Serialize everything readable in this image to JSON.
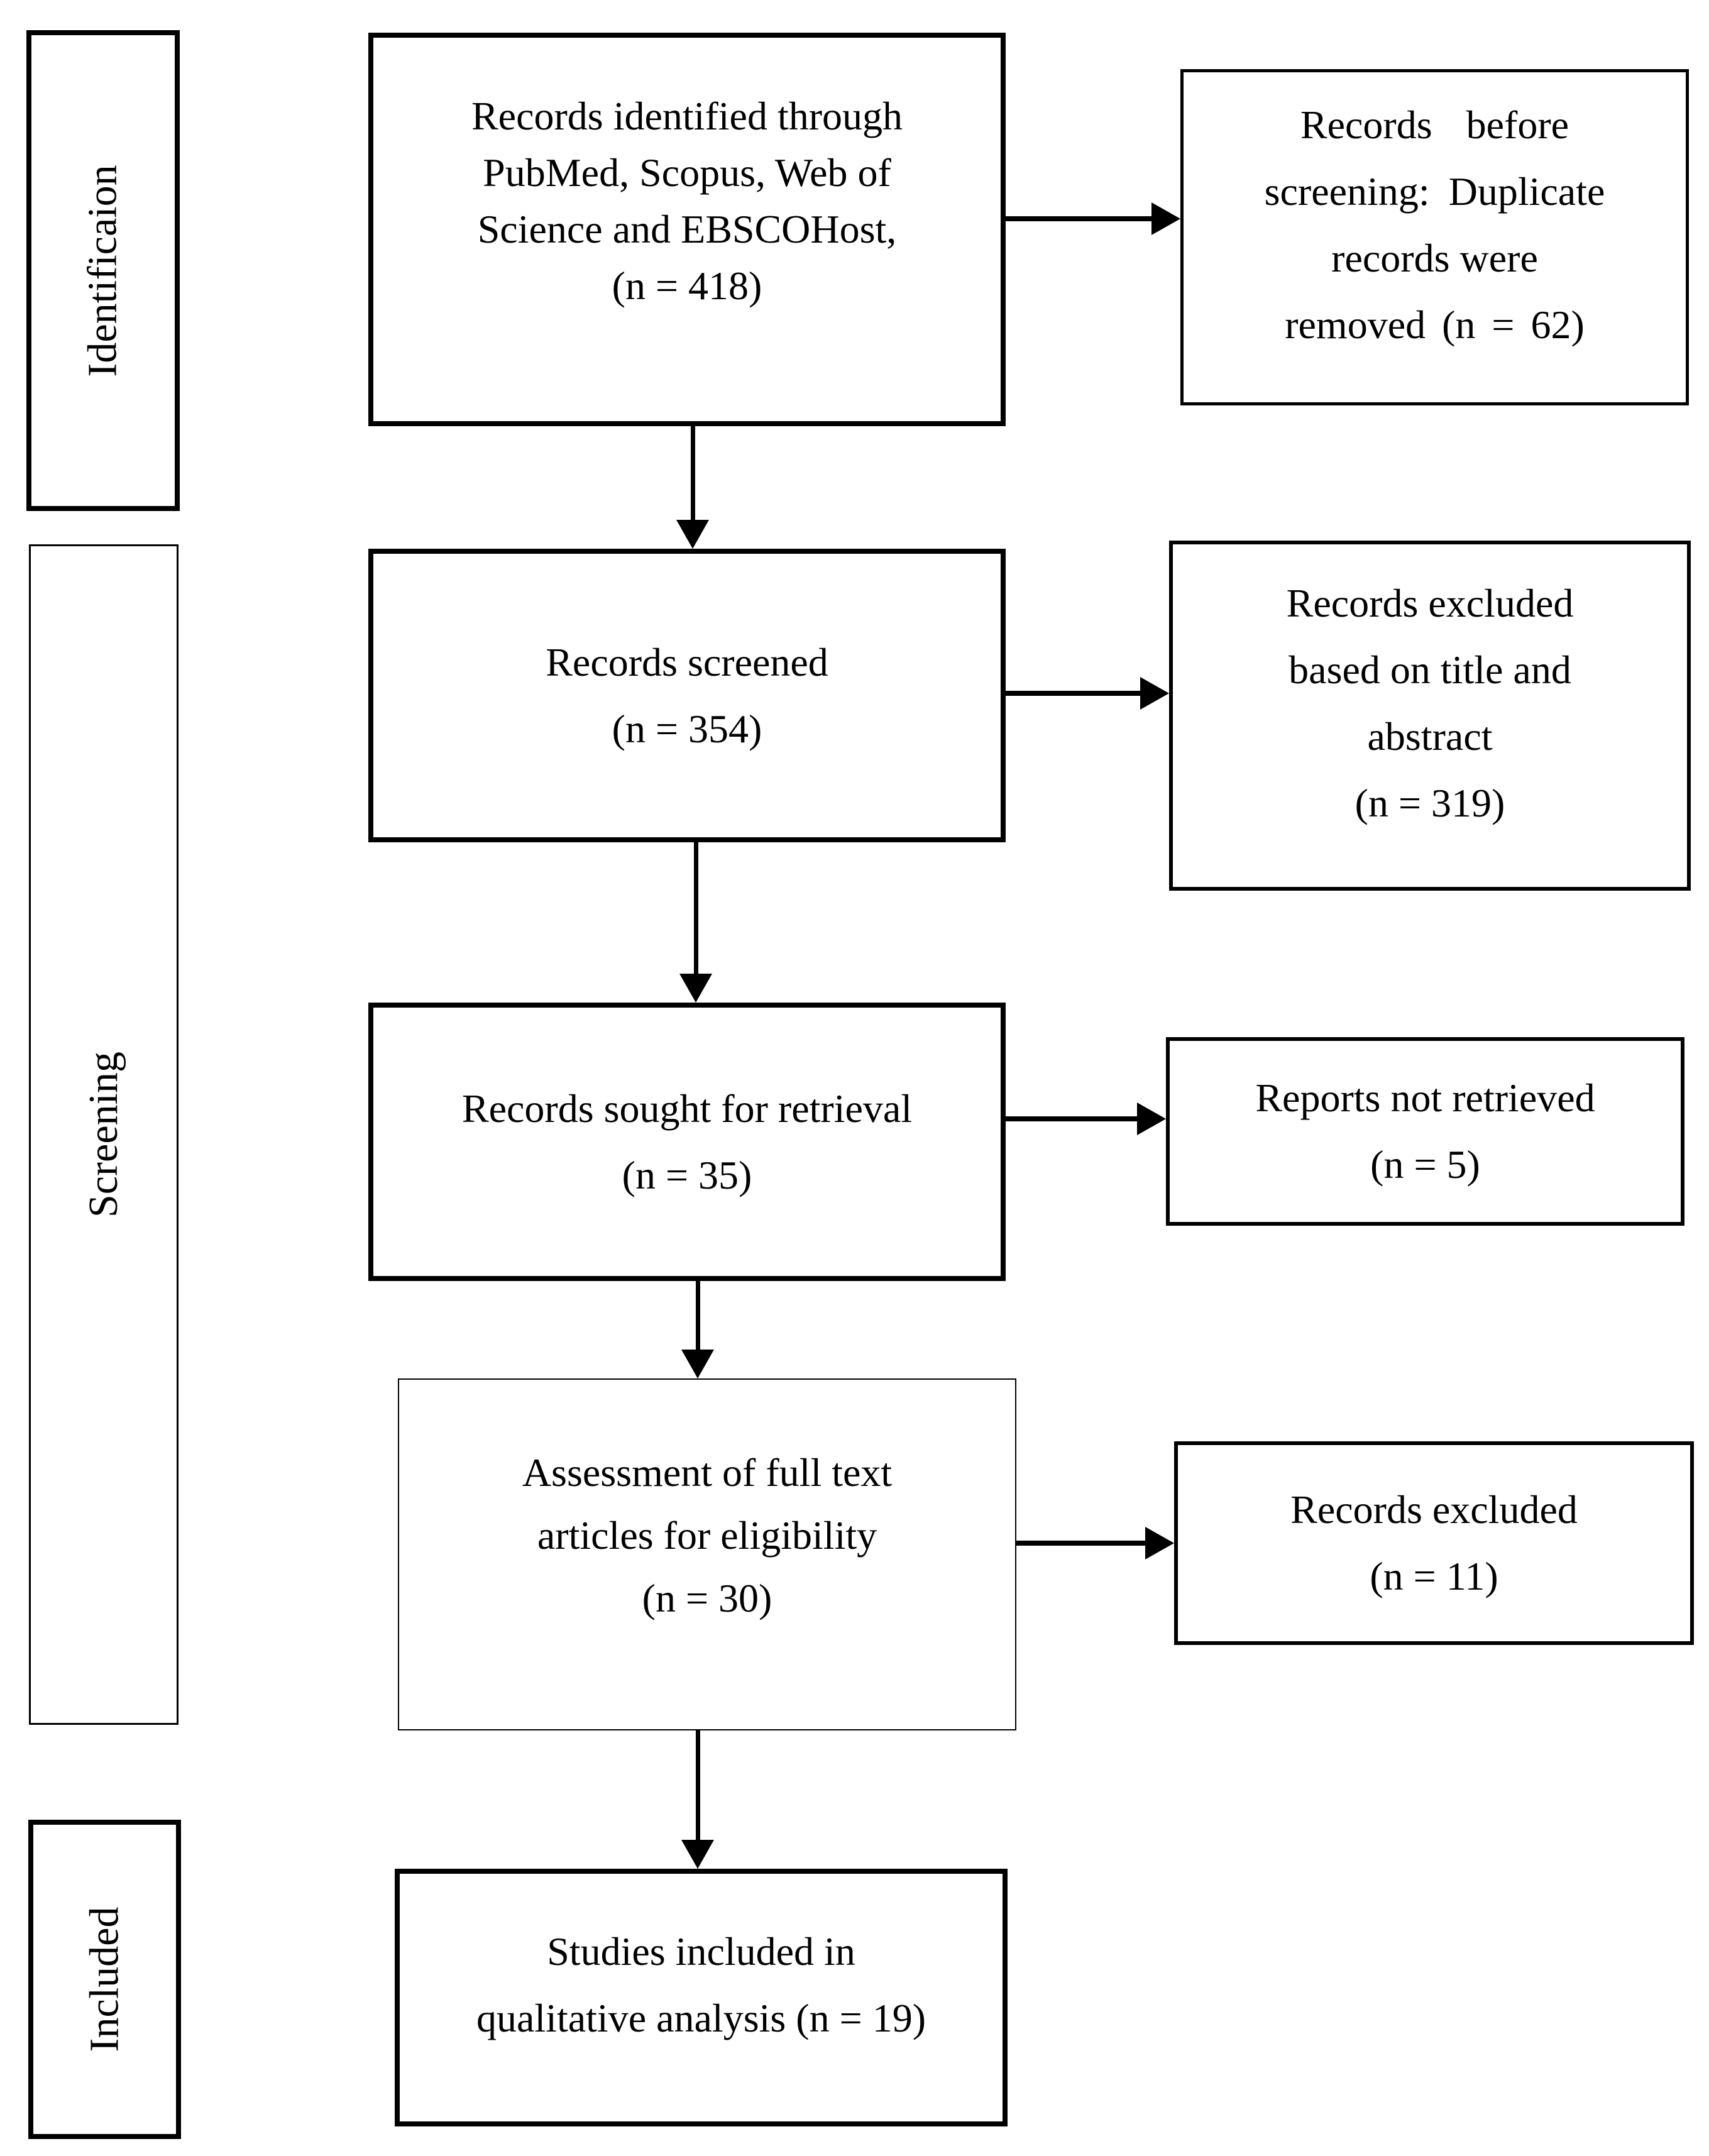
{
  "stages": [
    {
      "label": "Identificaion"
    },
    {
      "label": "Screening"
    },
    {
      "label": "Included"
    }
  ],
  "boxes": {
    "identified": {
      "lines": [
        "Records identified through",
        "PubMed, Scopus, Web of",
        "Science and EBSCOHost,",
        "(n = 418)"
      ],
      "n": 418
    },
    "before_screening_duplicates_removed": {
      "lines": [
        "Records before",
        "screening: Duplicate",
        "records were",
        "removed (n = 62)"
      ],
      "n": 62
    },
    "screened": {
      "lines": [
        "Records screened",
        "(n = 354)"
      ],
      "n": 354
    },
    "excluded_title_abstract": {
      "lines": [
        "Records excluded",
        "based on title and",
        "abstract",
        "(n = 319)"
      ],
      "n": 319
    },
    "sought_for_retrieval": {
      "lines": [
        "Records sought for retrieval",
        "(n = 35)"
      ],
      "n": 35
    },
    "reports_not_retrieved": {
      "lines": [
        "Reports not retrieved",
        "(n = 5)"
      ],
      "n": 5
    },
    "full_text_assessment": {
      "lines": [
        "Assessment of full text",
        "articles for eligibility",
        "(n = 30)"
      ],
      "n": 30
    },
    "records_excluded": {
      "lines": [
        "Records excluded",
        "(n = 11)"
      ],
      "n": 11
    },
    "included_qualitative_analysis": {
      "lines": [
        "Studies included in",
        "qualitative analysis (n = 19)"
      ],
      "n": 19
    }
  },
  "colors": {
    "background": "#ffffff",
    "border": "#000000",
    "text": "#000000"
  }
}
